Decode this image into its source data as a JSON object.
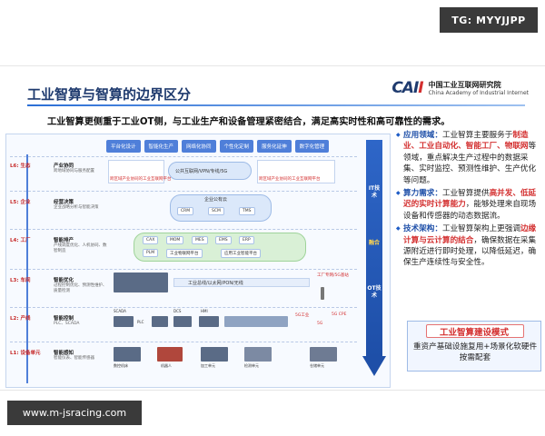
{
  "watermarks": {
    "top": "TG: MYYJJPP",
    "bottom": "www.m-jsracing.com"
  },
  "slide": {
    "title": "工业智算与智算的边界区分",
    "logo": {
      "mark_main": "CAI",
      "mark_accent": "I",
      "cn": "中国工业互联网研究院",
      "en": "China Academy of Industrial Internet"
    },
    "subtitle": "工业智算更侧重于工业OT侧，与工业生产和设备管理紧密结合，满足高实时性和高可靠性的需求。"
  },
  "diagram": {
    "top_tabs": [
      "平台化设计",
      "智能化生产",
      "网络化协同",
      "个性化定制",
      "服务化延伸",
      "数字化管理"
    ],
    "layers": [
      {
        "level": "L6: 生态",
        "name": "产业协同",
        "desc": "跨地域协同与服务配置"
      },
      {
        "level": "L5: 企业",
        "name": "经营决策",
        "desc": "企业战略分析与智能决策"
      },
      {
        "level": "L4: 工厂",
        "name": "智能排产",
        "desc": "产线调度优化、人机协同、数智制造"
      },
      {
        "level": "L3: 车间",
        "name": "智能优化",
        "desc": "过程控制优化、预测性维护、质量检测"
      },
      {
        "level": "L2: 产线",
        "name": "智能控制",
        "desc": "PLC、SCADA"
      },
      {
        "level": "L1: 设备单元",
        "name": "智能感知",
        "desc": "智能仪表、智能传感器"
      }
    ],
    "l6_red": [
      "跨区域产业协同的工业互联网平台",
      "跨区域产业协同的工业互联网平台"
    ],
    "l6_cloud": "公共互联网/VPN/专线/5G",
    "l5_cloud": "企业公有云",
    "l5_pills": [
      "CRM",
      "SCM",
      "TMS"
    ],
    "l4_pills": [
      "CAX",
      "MOM",
      "MES",
      "EMS",
      "ERP",
      "PLM",
      "工业物联网平台",
      "应用工业智能平台"
    ],
    "l3_bar": "工业总线/以太网/PON/无线",
    "l3_red": "工厂专网/5G基站",
    "l2_labels": [
      "SCADA",
      "PLC",
      "DCS",
      "HMI"
    ],
    "l1_labels": [
      "数控机床",
      "机器人",
      "加工单元",
      "检测单元",
      "仓储单元"
    ],
    "l2_5g": [
      "5G工业",
      "5G",
      "5G CPE"
    ],
    "arrow": {
      "it": "IT技术",
      "merge": "融合",
      "ot": "OT技术"
    }
  },
  "panel": {
    "bullets": [
      {
        "key": "应用领域：",
        "parts": [
          {
            "t": "工业智算主要服务于"
          },
          {
            "t": "制造业、工业自动化、智能工厂、物联网",
            "hl": true
          },
          {
            "t": "等领域，重点解决生产过程中的数据采集、实时监控、预测性维护、生产优化等问题。"
          }
        ]
      },
      {
        "key": "算力需求：",
        "parts": [
          {
            "t": "工业智算提供"
          },
          {
            "t": "高并发、低延迟的实时计算能力",
            "hl": true
          },
          {
            "t": "，能够处理来自现场设备和传感器的动态数据流。"
          }
        ]
      },
      {
        "key": "技术架构：",
        "parts": [
          {
            "t": "工业智算架构上更强调"
          },
          {
            "t": "边缘计算与云计算的结合",
            "hl": true
          },
          {
            "t": "，确保数据在采集源附近进行即时处理，以降低延迟，确保生产连续性与安全性。"
          }
        ]
      }
    ],
    "mode": {
      "title": "工业智算建设模式",
      "body": "重资产基础设施复用+场景化软硬件按需配套"
    }
  }
}
